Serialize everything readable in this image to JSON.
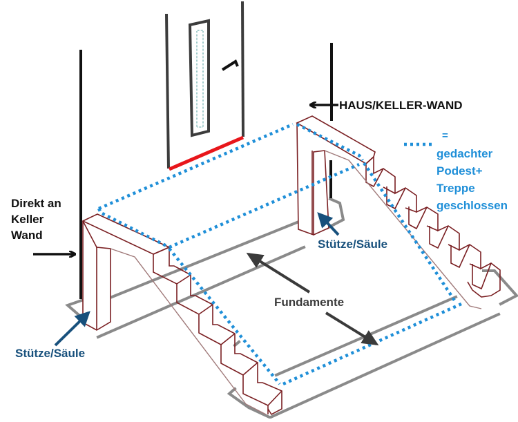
{
  "diagram": {
    "title": "Außentreppe mit Podest an Haus-/Kellerwand",
    "labels": {
      "wall": "HAUS/KELLER-WAND",
      "direct_wall": [
        "Direkt an",
        "Keller",
        "Wand"
      ],
      "legend_dots": "........ =",
      "legend_text": [
        "gedachter",
        "Podest+",
        "Treppe",
        "geschlossen"
      ],
      "column_right": "Stütze/Säule",
      "column_left": "Stütze/Säule",
      "foundations": "Fundamente"
    },
    "colors": {
      "wall_line": "#111111",
      "door_frame": "#3c3c3c",
      "door_threshold": "#e8161b",
      "door_glass": "#9cc9c9",
      "stair_outline": "#7a1f22",
      "foundation": "#8a8a8a",
      "dotted_outline": "#1f8fd8",
      "column_arrow": "#17507c",
      "foundation_arrow": "#3a3a3a"
    },
    "legend": {
      "dotted_line_meaning": "gedachter Podest+ Treppe geschlossen"
    }
  }
}
